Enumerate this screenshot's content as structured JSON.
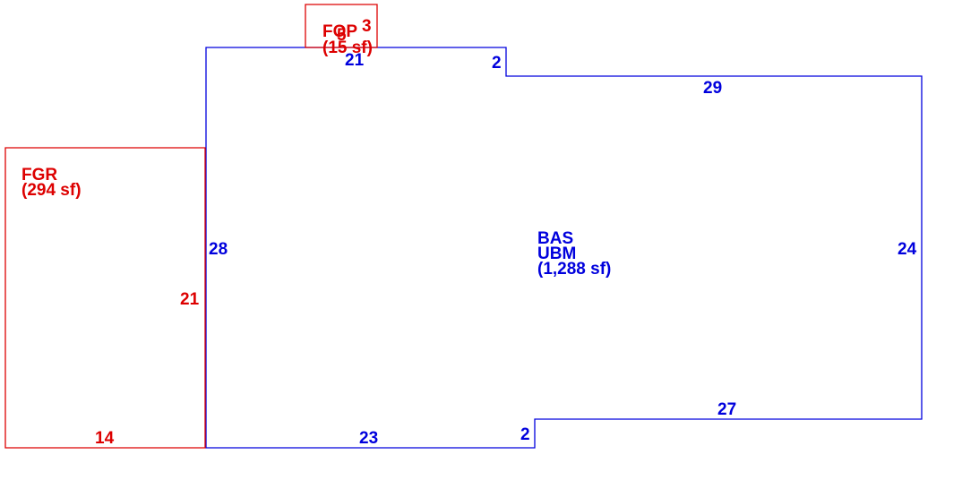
{
  "colors": {
    "main_area": "#0000dd",
    "sub_area": "#dd0000",
    "background": "#ffffff"
  },
  "areas": {
    "bas": {
      "code": "BAS",
      "subcode": "UBM",
      "size": "(1,288 sf)"
    },
    "fgr": {
      "code": "FGR",
      "size": "(294 sf)"
    },
    "fop": {
      "code": "FOP",
      "size": "(15 sf)"
    }
  },
  "dimensions": {
    "bas_top_left": "21",
    "bas_step_top": "2",
    "bas_top_right": "29",
    "bas_left": "28",
    "bas_right": "24",
    "bas_bottom_right": "27",
    "bas_step_bottom": "2",
    "bas_bottom_left": "23",
    "fgr_right": "21",
    "fgr_bottom": "14",
    "fop_side": "5",
    "fop_top": "3"
  }
}
